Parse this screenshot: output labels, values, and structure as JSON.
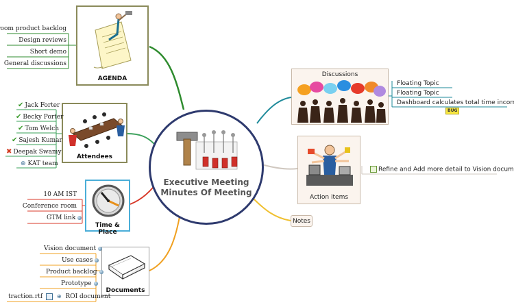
{
  "center": {
    "title_line1": "Executive Meeting",
    "title_line2": "Minutes Of Meeting"
  },
  "agenda": {
    "title": "AGENDA",
    "items": [
      "Groom product backlog",
      "Design reviews",
      "Short demo",
      "General discussions"
    ]
  },
  "attendees": {
    "title": "Attendees",
    "items": [
      {
        "name": "Jack Forter",
        "status": "check"
      },
      {
        "name": "Becky Porter",
        "status": "check"
      },
      {
        "name": "Tom Welch",
        "status": "check"
      },
      {
        "name": "Sajesh Kumar",
        "status": "check"
      },
      {
        "name": "Deepak Swamy",
        "status": "cross"
      },
      {
        "name": "KAT team",
        "status": "plus"
      }
    ]
  },
  "time_place": {
    "title": "Time & Place",
    "items": [
      "10 AM IST",
      "Conference room",
      "GTM link"
    ]
  },
  "documents": {
    "title": "Documents",
    "items": [
      "Vision document",
      "Use cases",
      "Product backlog",
      "Prototype",
      "ROI document"
    ],
    "attachment": "traction.rtf"
  },
  "discussions": {
    "title": "Discussions",
    "items": [
      "Floating Topic",
      "Floating Topic",
      "Dashboard calculates total time incorrectly."
    ],
    "tag": "BUG"
  },
  "action_items": {
    "title": "Action items",
    "items": [
      "Refine and Add more detail to Vision documnet"
    ]
  },
  "notes": {
    "title": "Notes"
  },
  "colors": {
    "agenda_branch": "#2e8b2e",
    "attendees_branch": "#3aa05a",
    "time_branch": "#d83a2a",
    "documents_branch": "#f0a020",
    "discussions_branch": "#1e8a9a",
    "action_branch": "#d0c8c0",
    "notes_branch": "#f0c030",
    "center_border": "#2e3a6e"
  },
  "icons": [
    "hammer-icon",
    "clock-icon",
    "paper-stack-icon",
    "scroll-icon",
    "meeting-table-icon",
    "speech-bubbles-icon",
    "multitasking-person-icon"
  ]
}
